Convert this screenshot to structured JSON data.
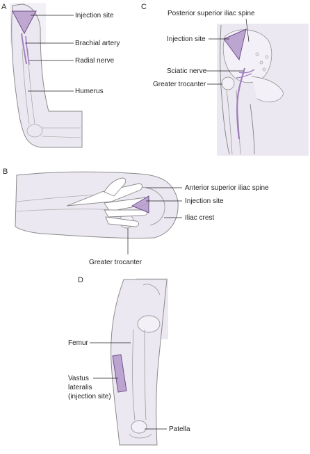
{
  "panels": {
    "a": {
      "letter": "A",
      "labels": {
        "injection_site": "Injection site",
        "brachial_artery": "Brachial artery",
        "radial_nerve": "Radial nerve",
        "humerus": "Humerus"
      }
    },
    "b": {
      "letter": "B",
      "labels": {
        "anterior_superior_iliac_spine": "Anterior superior iliac spine",
        "injection_site": "Injection site",
        "iliac_crest": "Iliac crest",
        "greater_trocanter": "Greater trocanter"
      }
    },
    "c": {
      "letter": "C",
      "labels": {
        "posterior_superior_iliac_spine": "Posterior superior iliac spine",
        "injection_site": "Injection site",
        "sciatic_nerve": "Sciatic nerve",
        "greater_trocanter": "Greater trocanter"
      }
    },
    "d": {
      "letter": "D",
      "labels": {
        "femur": "Femur",
        "vastus_line1": "Vastus",
        "vastus_line2": "lateralis",
        "vastus_line3": "(injection site)",
        "patella": "Patella"
      }
    }
  },
  "colors": {
    "skin": "#ece8f1",
    "skin_light": "#f3f0f7",
    "outline": "#8a8a8a",
    "injection_fill": "#b69ccb",
    "injection_stroke": "#6f4f8c",
    "nerve": "#a07fbe",
    "leader": "#231f20"
  }
}
